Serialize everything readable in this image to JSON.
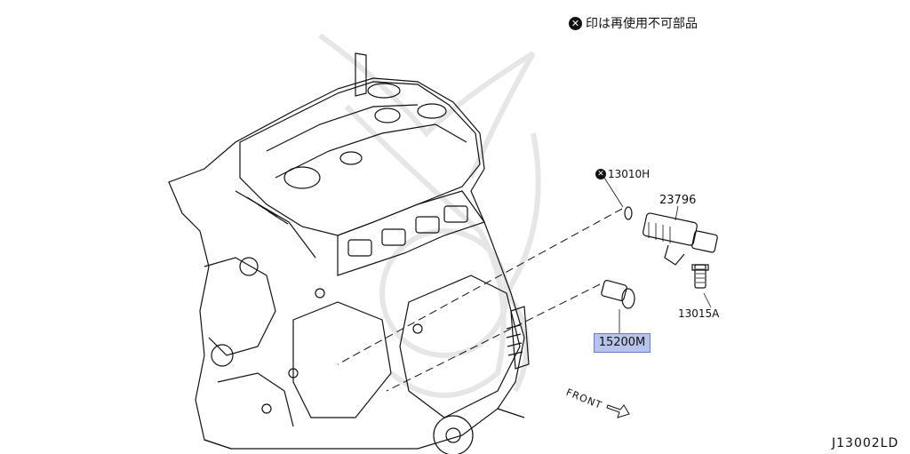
{
  "legend": {
    "mark_icon": "x-circle-icon",
    "text": "印は再使用不可部品"
  },
  "parts": [
    {
      "number": "13010H",
      "non_reusable": true
    },
    {
      "number": "23796",
      "non_reusable": false
    },
    {
      "number": "13015A",
      "non_reusable": false
    },
    {
      "number": "15200M",
      "non_reusable": false,
      "highlighted": true
    }
  ],
  "direction_label": "FRONT",
  "diagram_code": "J13002LD",
  "colors": {
    "highlight": "#b7c3ea",
    "line": "#111111",
    "watermark": "#e6e6e6"
  }
}
